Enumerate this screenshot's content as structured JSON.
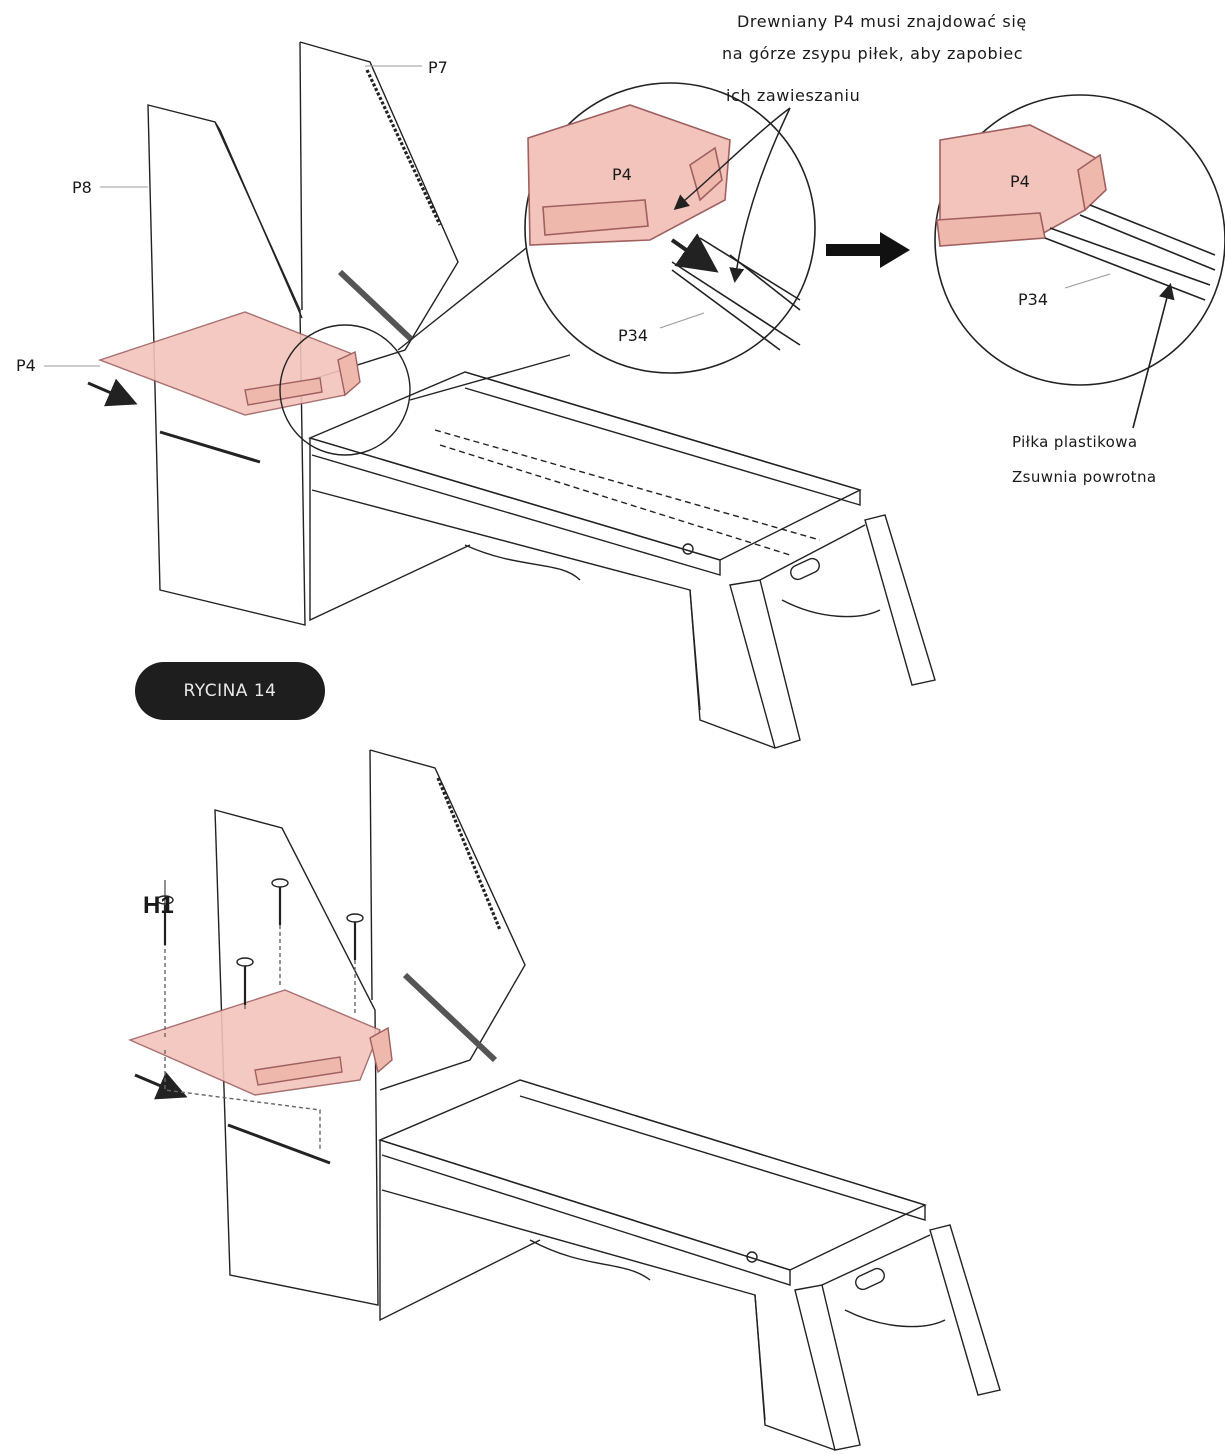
{
  "figure_label": "RYCINA 14",
  "note": {
    "line1": "Drewniany P4 musi znajdować się",
    "line2": "na górze zsypu piłek, aby zapobiec",
    "line3": "ich zawieszaniu"
  },
  "parts": {
    "p7": "P7",
    "p8": "P8",
    "p4_main": "P4",
    "p4_zoom": "P4",
    "p34_zoom": "P34",
    "p4_result": "P4",
    "p34_result": "P34",
    "h1": "H1"
  },
  "result_labels": {
    "ball": "Piłka plastikowa",
    "chute": "Zsuwnia powrotna"
  },
  "colors": {
    "shelf_fill": "#f2c4bb",
    "shelf_stroke": "#a06060",
    "line": "#222222",
    "pill_bg": "#1e1e1e"
  }
}
